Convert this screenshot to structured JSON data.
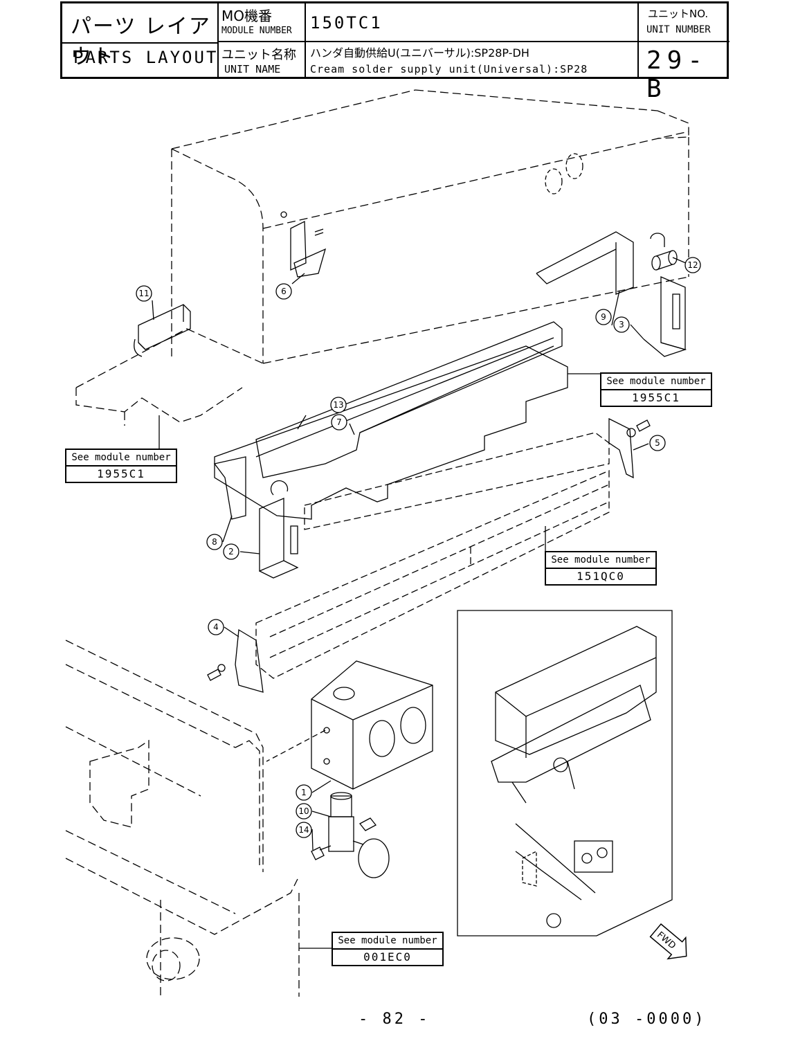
{
  "header": {
    "title_jp": "パーツ レイアウト",
    "title_en": "PARTS LAYOUT",
    "module_label_jp": "MO機番",
    "module_label_en": "MODULE NUMBER",
    "module_number": "150TC1",
    "unit_name_label_jp": "ユニット名称",
    "unit_name_label_en": "UNIT NAME",
    "unit_name_jp": "ハンダ自動供給U(ユニバーサル):SP28P-DH",
    "unit_name_en": "Cream solder supply unit(Universal):SP28",
    "unit_no_label_jp": "ユニットNO.",
    "unit_no_label_en": "UNIT NUMBER",
    "unit_no": "29-B"
  },
  "callouts": [
    "1",
    "2",
    "3",
    "4",
    "5",
    "6",
    "7",
    "8",
    "9",
    "10",
    "11",
    "12",
    "13",
    "14"
  ],
  "references": [
    {
      "label": "See module number",
      "value": "1955C1"
    },
    {
      "label": "See module number",
      "value": "1955C1"
    },
    {
      "label": "See module number",
      "value": "151QC0"
    },
    {
      "label": "See module number",
      "value": "001EC0"
    }
  ],
  "fwd_label": "FWD",
  "footer": {
    "page": "- 82 -",
    "code": "(03 -0000)"
  }
}
